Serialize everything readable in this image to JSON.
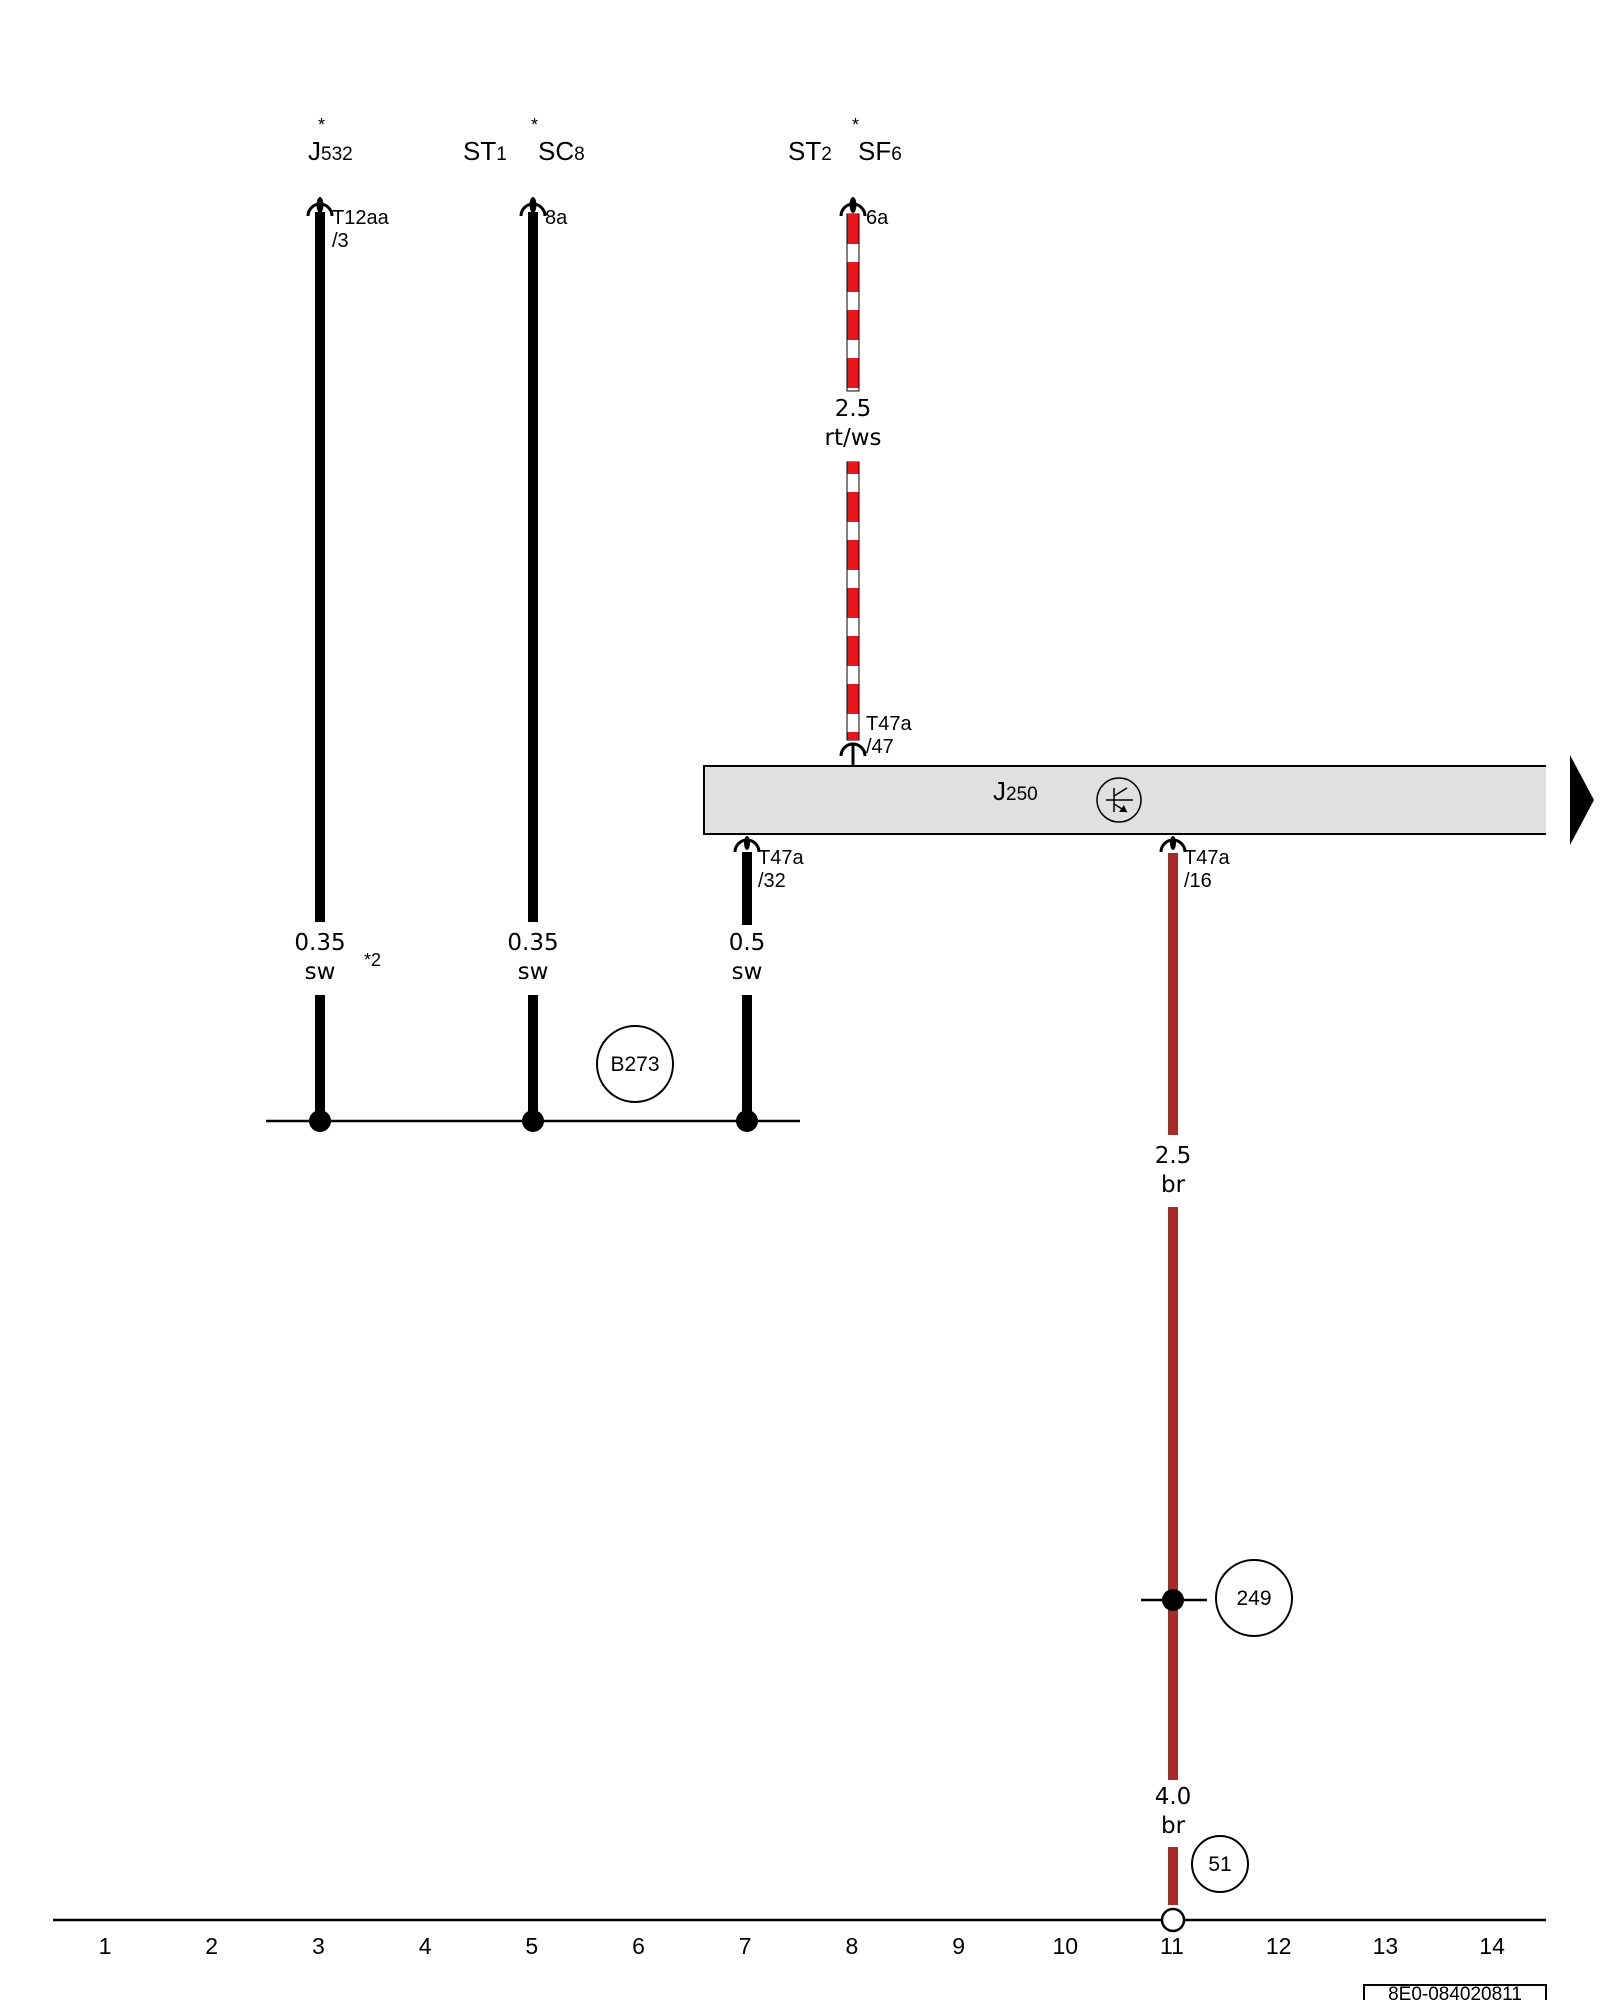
{
  "components": {
    "j532": {
      "name": "J",
      "sub": "532",
      "star": "*"
    },
    "st1": {
      "name": "ST",
      "sub": "1"
    },
    "sc8": {
      "name": "SC",
      "sub": "8",
      "star": "*"
    },
    "st2": {
      "name": "ST",
      "sub": "2"
    },
    "sf6": {
      "name": "SF",
      "sub": "6",
      "star": "*"
    },
    "j250": {
      "name": "J",
      "sub": "250"
    }
  },
  "pins": {
    "t12aa_3": {
      "line1": "T12aa",
      "line2": "/3"
    },
    "p8a": {
      "line1": "8a"
    },
    "p6a": {
      "line1": "6a"
    },
    "t47a_47": {
      "line1": "T47a",
      "line2": "/47"
    },
    "t47a_32": {
      "line1": "T47a",
      "line2": "/32"
    },
    "t47a_16": {
      "line1": "T47a",
      "line2": "/16"
    }
  },
  "wires": {
    "w_j532": {
      "size": "0.35",
      "color": "sw",
      "note": "*2"
    },
    "w_sc8": {
      "size": "0.35",
      "color": "sw"
    },
    "w_sf6": {
      "size": "2.5",
      "color": "rt/ws"
    },
    "w_t47a32": {
      "size": "0.5",
      "color": "sw"
    },
    "w_t47a16": {
      "size": "2.5",
      "color": "br"
    },
    "w_ground": {
      "size": "4.0",
      "color": "br"
    }
  },
  "references": {
    "b273": "B273",
    "c249": "249",
    "c51": "51"
  },
  "columns": [
    "1",
    "2",
    "3",
    "4",
    "5",
    "6",
    "7",
    "8",
    "9",
    "10",
    "11",
    "12",
    "13",
    "14"
  ],
  "doc_number": "8E0-084020811",
  "colors": {
    "wire_black": "#000000",
    "wire_red": "#e8161b",
    "wire_brown": "#a52a2a",
    "box_fill": "#e0e0e0"
  }
}
